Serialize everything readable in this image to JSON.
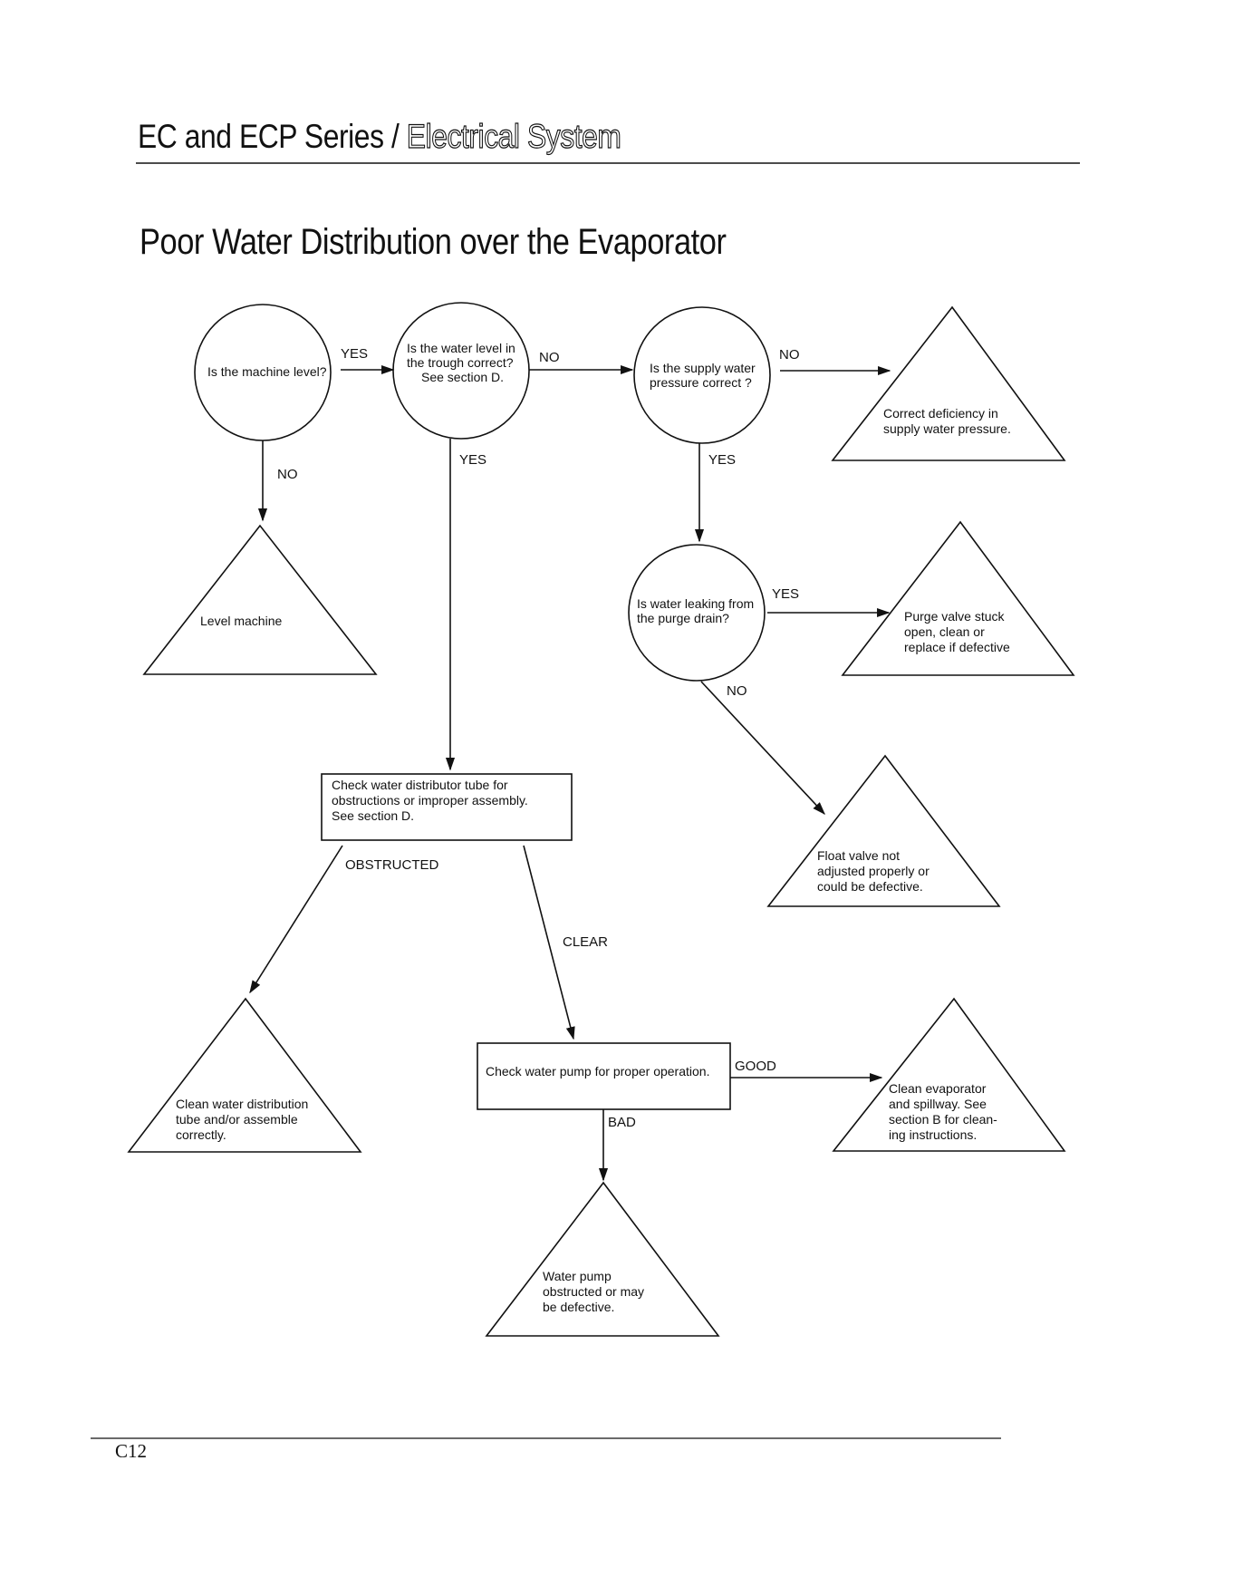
{
  "header": {
    "series": "EC and ECP Series / ",
    "section": "Electrical System"
  },
  "title": "Poor Water Distribution over the Evaporator",
  "footer": {
    "page": "C12"
  },
  "nodes": {
    "q_level": [
      "Is the machine level?"
    ],
    "q_trough": [
      "Is the water level in",
      "the trough correct?",
      "See section D."
    ],
    "q_supply": [
      "Is the supply water",
      "pressure correct ?"
    ],
    "q_purge": [
      "Is water leaking from",
      "the purge drain?"
    ],
    "box_distributor": [
      "Check water distributor tube for",
      "obstructions or improper assembly.",
      "See section D."
    ],
    "box_pump": [
      "Check water pump for proper operation."
    ],
    "t_level": [
      "Level machine"
    ],
    "t_supply": [
      "Correct deficiency in",
      "supply water pressure."
    ],
    "t_purge": [
      "Purge valve stuck",
      "open, clean or",
      "replace if defective"
    ],
    "t_float": [
      "Float valve not",
      "adjusted properly or",
      "could be defective."
    ],
    "t_clean_tube": [
      "Clean water distribution",
      "tube and/or assemble",
      "correctly."
    ],
    "t_evap": [
      "Clean evaporator",
      "and spillway.  See",
      "section B for clean-",
      "ing instructions."
    ],
    "t_pump": [
      "Water pump",
      "obstructed or may",
      "be defective."
    ]
  },
  "edges": {
    "level_yes": "YES",
    "level_no": "NO",
    "trough_no": "NO",
    "trough_yes": "YES",
    "supply_no": "NO",
    "supply_yes": "YES",
    "purge_yes": "YES",
    "purge_no": "NO",
    "dist_obstructed": "OBSTRUCTED",
    "dist_clear": "CLEAR",
    "pump_good": "GOOD",
    "pump_bad": "BAD"
  }
}
